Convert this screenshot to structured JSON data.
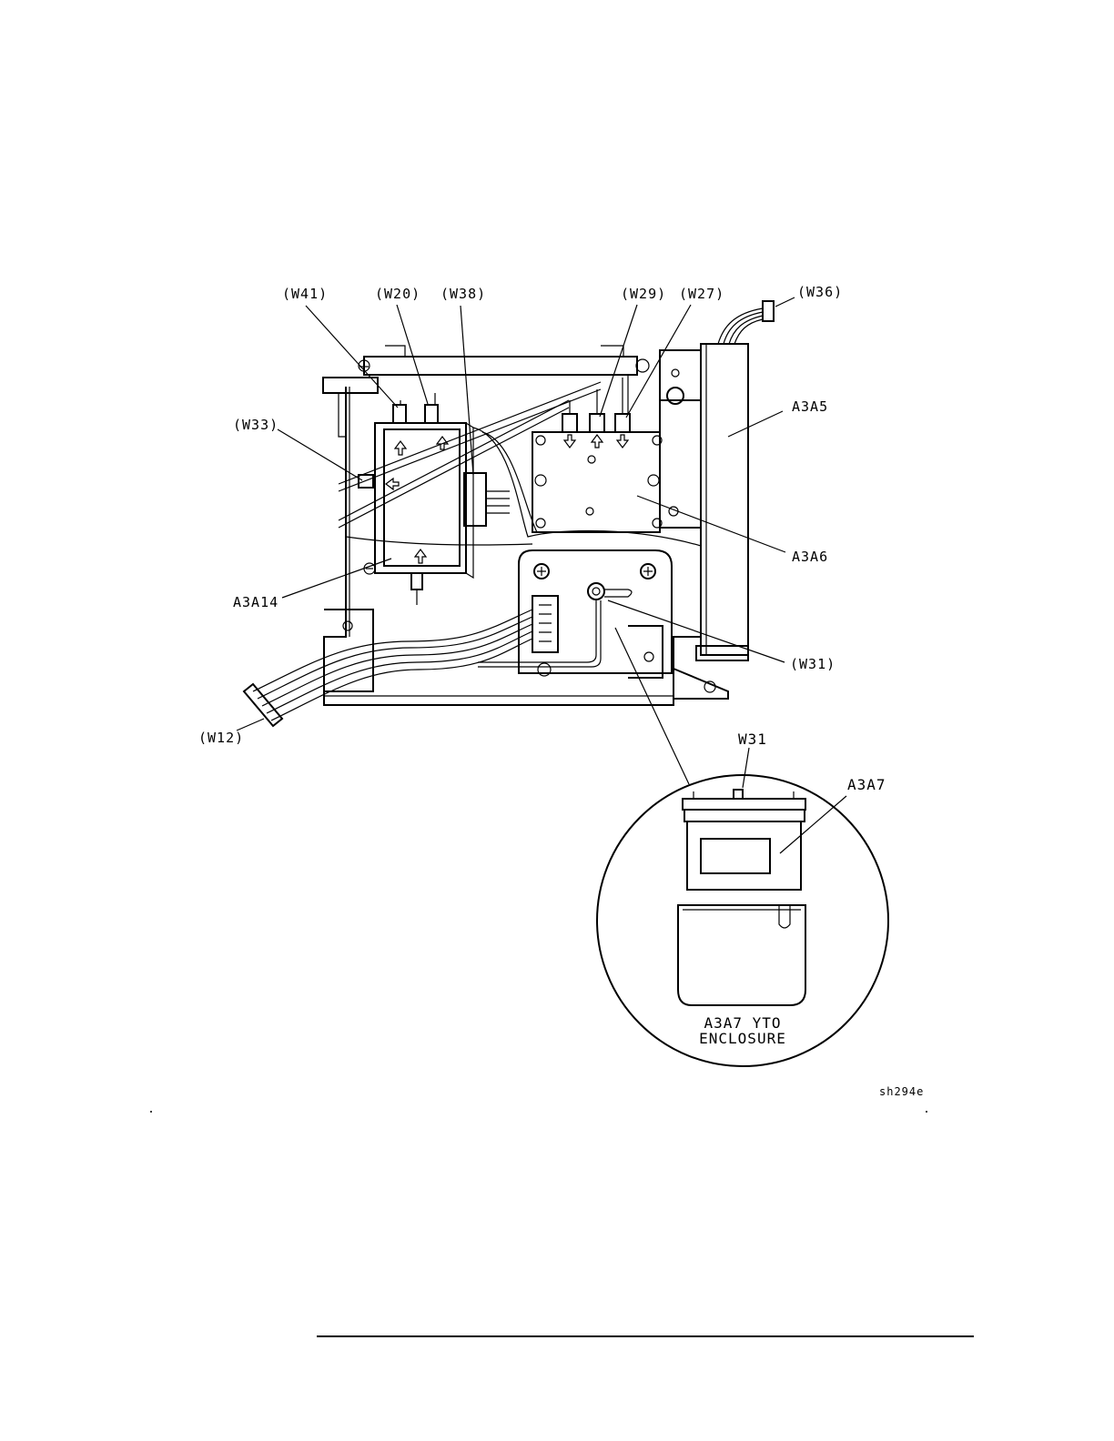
{
  "labels": {
    "w41": "(W41)",
    "w20": "(W20)",
    "w38": "(W38)",
    "w29": "(W29)",
    "w27": "(W27)",
    "w36": "(W36)",
    "w33": "(W33)",
    "a3a5": "A3A5",
    "a3a6": "A3A6",
    "a3a14": "A3A14",
    "w31": "(W31)",
    "w12": "(W12)"
  },
  "detail": {
    "w31": "W31",
    "a3a7": "A3A7",
    "caption_line1": "A3A7 YTO",
    "caption_line2": "ENCLOSURE"
  },
  "figure_id": "sh294e"
}
